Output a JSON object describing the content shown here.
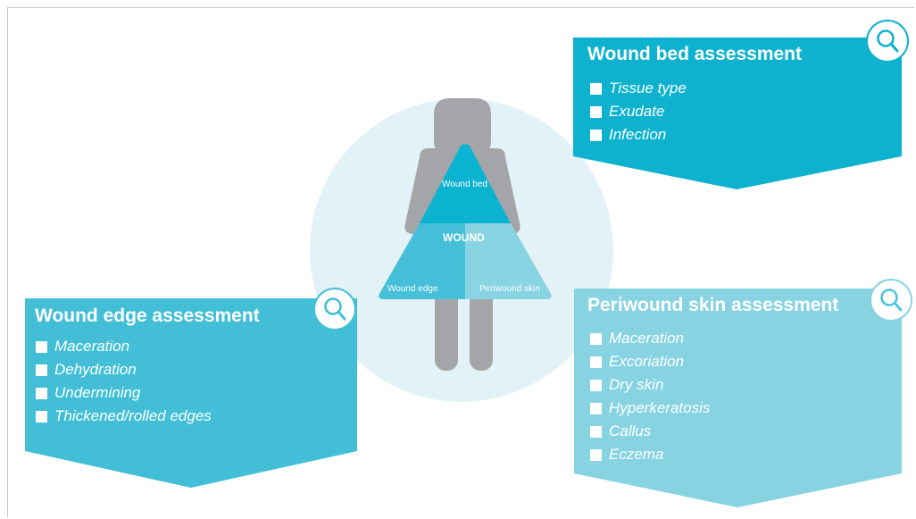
{
  "colors": {
    "wound_bed": "#0cb3d1",
    "wound_edge": "#45c0d8",
    "periwound": "#88d4e3",
    "figure_gray": "#a4a5a8",
    "halo": "#e3f2f6"
  },
  "figure": {
    "wound_bed_label": "Wound bed",
    "center_label": "WOUND",
    "wound_edge_label": "Wound edge",
    "periwound_label": "Periwound skin"
  },
  "panels": {
    "wound_bed": {
      "title": "Wound bed assessment",
      "icon": "magnifier-icon",
      "items": [
        "Tissue type",
        "Exudate",
        "Infection"
      ]
    },
    "wound_edge": {
      "title": "Wound edge assessment",
      "icon": "magnifier-icon",
      "items": [
        "Maceration",
        "Dehydration",
        "Undermining",
        "Thickened/rolled edges"
      ]
    },
    "periwound": {
      "title": "Periwound skin assessment",
      "icon": "magnifier-icon",
      "items": [
        "Maceration",
        "Excoriation",
        "Dry skin",
        "Hyperkeratosis",
        "Callus",
        "Eczema"
      ]
    }
  }
}
